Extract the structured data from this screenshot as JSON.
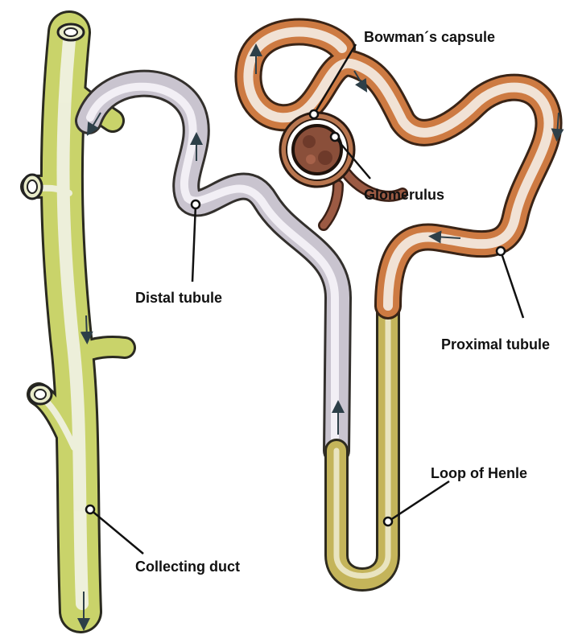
{
  "labels": {
    "bowmans_capsule": "Bowman´s capsule",
    "glomerulus": "Glomerulus",
    "distal_tubule": "Distal tubule",
    "proximal_tubule": "Proximal tubule",
    "loop_of_henle": "Loop of Henle",
    "collecting_duct": "Collecting duct"
  },
  "colors": {
    "collecting_duct": "#c9d36a",
    "distal_tubule": "#c9c4cf",
    "proximal_tubule": "#cd7a42",
    "loop_of_henle": "#c4b45a",
    "glomerulus": "#8a4f3a",
    "leader_line": "#111111"
  },
  "icons": {
    "flow_arrow": "arrow-icon"
  }
}
